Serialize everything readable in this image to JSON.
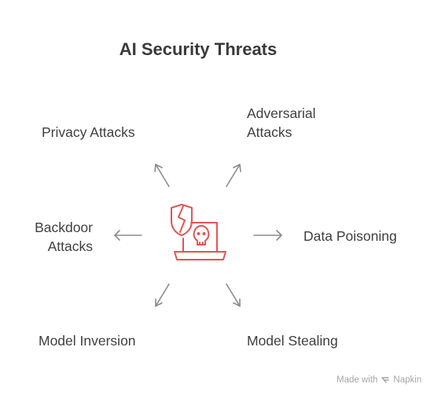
{
  "title": "AI Security Threats",
  "threats": {
    "privacy": {
      "lines": [
        "Privacy Attacks"
      ]
    },
    "adversarial": {
      "lines": [
        "Adversarial",
        "Attacks"
      ]
    },
    "backdoor": {
      "lines": [
        "Backdoor",
        "Attacks"
      ]
    },
    "poisoning": {
      "lines": [
        "Data Poisoning"
      ]
    },
    "inversion": {
      "lines": [
        "Model Inversion"
      ]
    },
    "stealing": {
      "lines": [
        "Model Stealing"
      ]
    }
  },
  "footer": {
    "made_with": "Made with",
    "brand": "Napkin"
  },
  "colors": {
    "accent": "#e05555",
    "arrow": "#8c8c8c",
    "text": "#3f3f3f"
  },
  "icons": {
    "center": "laptop-skull-shield-icon"
  }
}
